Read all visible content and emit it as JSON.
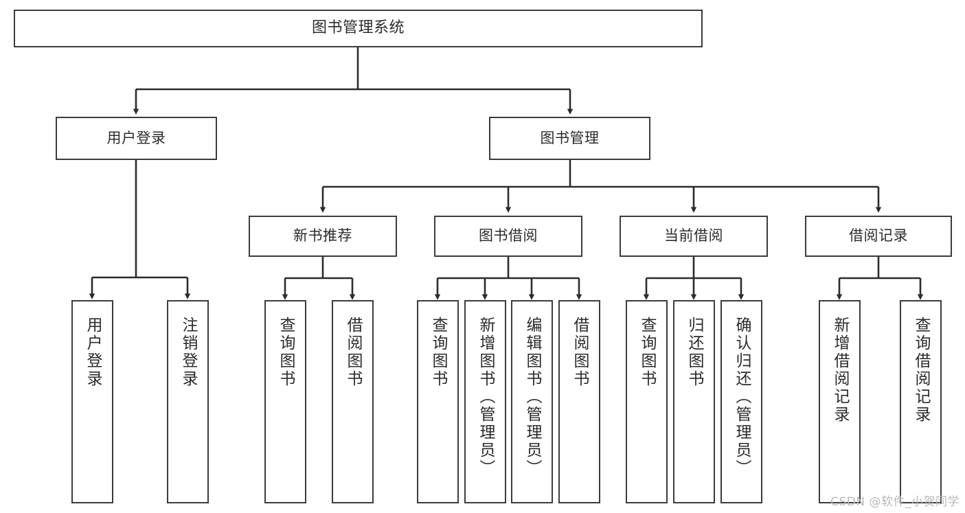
{
  "diagram": {
    "title": "图书管理系统",
    "type": "tree-hierarchy",
    "orientation": "top-down",
    "colors": {
      "node_border": "#3b3b3b",
      "node_fill": "#ffffff",
      "edge": "#2b2b2b",
      "background": "#ffffff",
      "watermark": "#b9b9b9"
    }
  },
  "watermark": {
    "text": "CSDN @软件_小贺同学"
  },
  "nodes": {
    "root": {
      "label": "图书管理系统"
    },
    "level2": [
      {
        "label": "用户登录"
      },
      {
        "label": "图书管理"
      }
    ],
    "level3": [
      {
        "label": "新书推荐"
      },
      {
        "label": "图书借阅"
      },
      {
        "label": "当前借阅"
      },
      {
        "label": "借阅记录"
      }
    ],
    "leaves": {
      "user_login": [
        {
          "label": "用户登录"
        },
        {
          "label": "注销登录"
        }
      ],
      "new_book_recommend": [
        {
          "label": "查询图书"
        },
        {
          "label": "借阅图书"
        }
      ],
      "book_borrow": [
        {
          "label": "查询图书"
        },
        {
          "label": "新增图书（管理员）"
        },
        {
          "label": "编辑图书（管理员）"
        },
        {
          "label": "借阅图书"
        }
      ],
      "current_borrow": [
        {
          "label": "查询图书"
        },
        {
          "label": "归还图书"
        },
        {
          "label": "确认归还（管理员）"
        }
      ],
      "borrow_record": [
        {
          "label": "新增借阅记录"
        },
        {
          "label": "查询借阅记录"
        }
      ]
    }
  }
}
